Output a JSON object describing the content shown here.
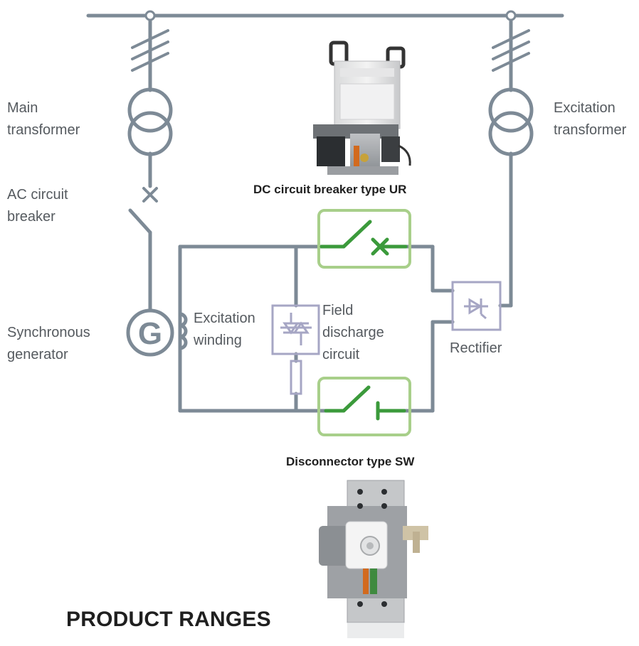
{
  "diagram": {
    "labels": {
      "main_transformer": [
        "Main",
        "transformer"
      ],
      "excitation_transformer": [
        "Excitation",
        "transformer"
      ],
      "ac_circuit_breaker": [
        "AC circuit",
        "breaker"
      ],
      "synchronous_generator": [
        "Synchronous",
        "generator"
      ],
      "excitation_winding": [
        "Excitation",
        "winding"
      ],
      "field_discharge_circuit": [
        "Field",
        "discharge",
        "circuit"
      ],
      "rectifier": "Rectifier",
      "generator_symbol": "G"
    },
    "product_labels": {
      "dc_breaker": "DC circuit breaker type UR",
      "disconnector": "Disconnector type SW"
    },
    "footer_title": "PRODUCT RANGES",
    "colors": {
      "line": "#7d8a96",
      "green": "#3b9a3b",
      "green_light": "#a8cf8a",
      "device_outline": "#a6a6c4",
      "text": "#555a5f",
      "bold_text": "#1f1f1f"
    },
    "photos": {
      "dc_breaker": "dc-circuit-breaker-photo",
      "disconnector": "disconnector-photo"
    }
  }
}
